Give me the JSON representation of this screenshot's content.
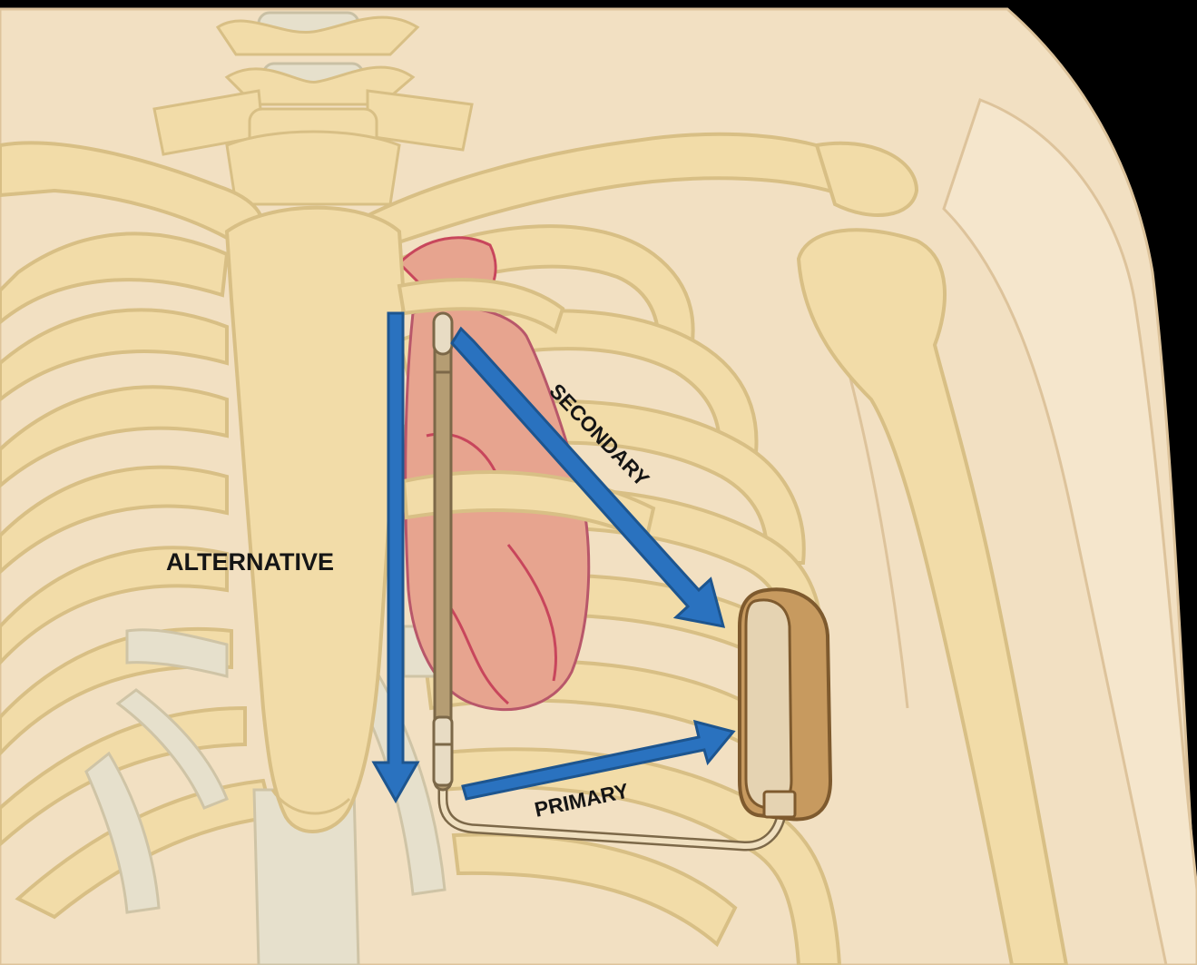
{
  "colors": {
    "background": "#000000",
    "skin": "#f2e0c2",
    "skin_edge": "#ddc39b",
    "bone": "#f2dca8",
    "bone_edge": "#d8bf85",
    "cartilage": "#e6e0cc",
    "heart": "#e7a48f",
    "heart_dark": "#d47f6f",
    "vessel": "#c8465c",
    "arrow": "#2a72bf",
    "arrow_edge": "#1d558f",
    "lead": "#b59d73",
    "lead_edge": "#7c6848",
    "device_body": "#c79a5f",
    "device_face": "#e5d3b2",
    "device_edge": "#7e5a2e"
  },
  "labels": {
    "alternative": "ALTERNATIVE",
    "secondary": "SECONDARY",
    "primary": "PRIMARY"
  },
  "icons": {
    "device": "subcutaneous-icd-generator-icon",
    "lead": "subcutaneous-lead-icon",
    "arrow": "arrow-icon"
  }
}
